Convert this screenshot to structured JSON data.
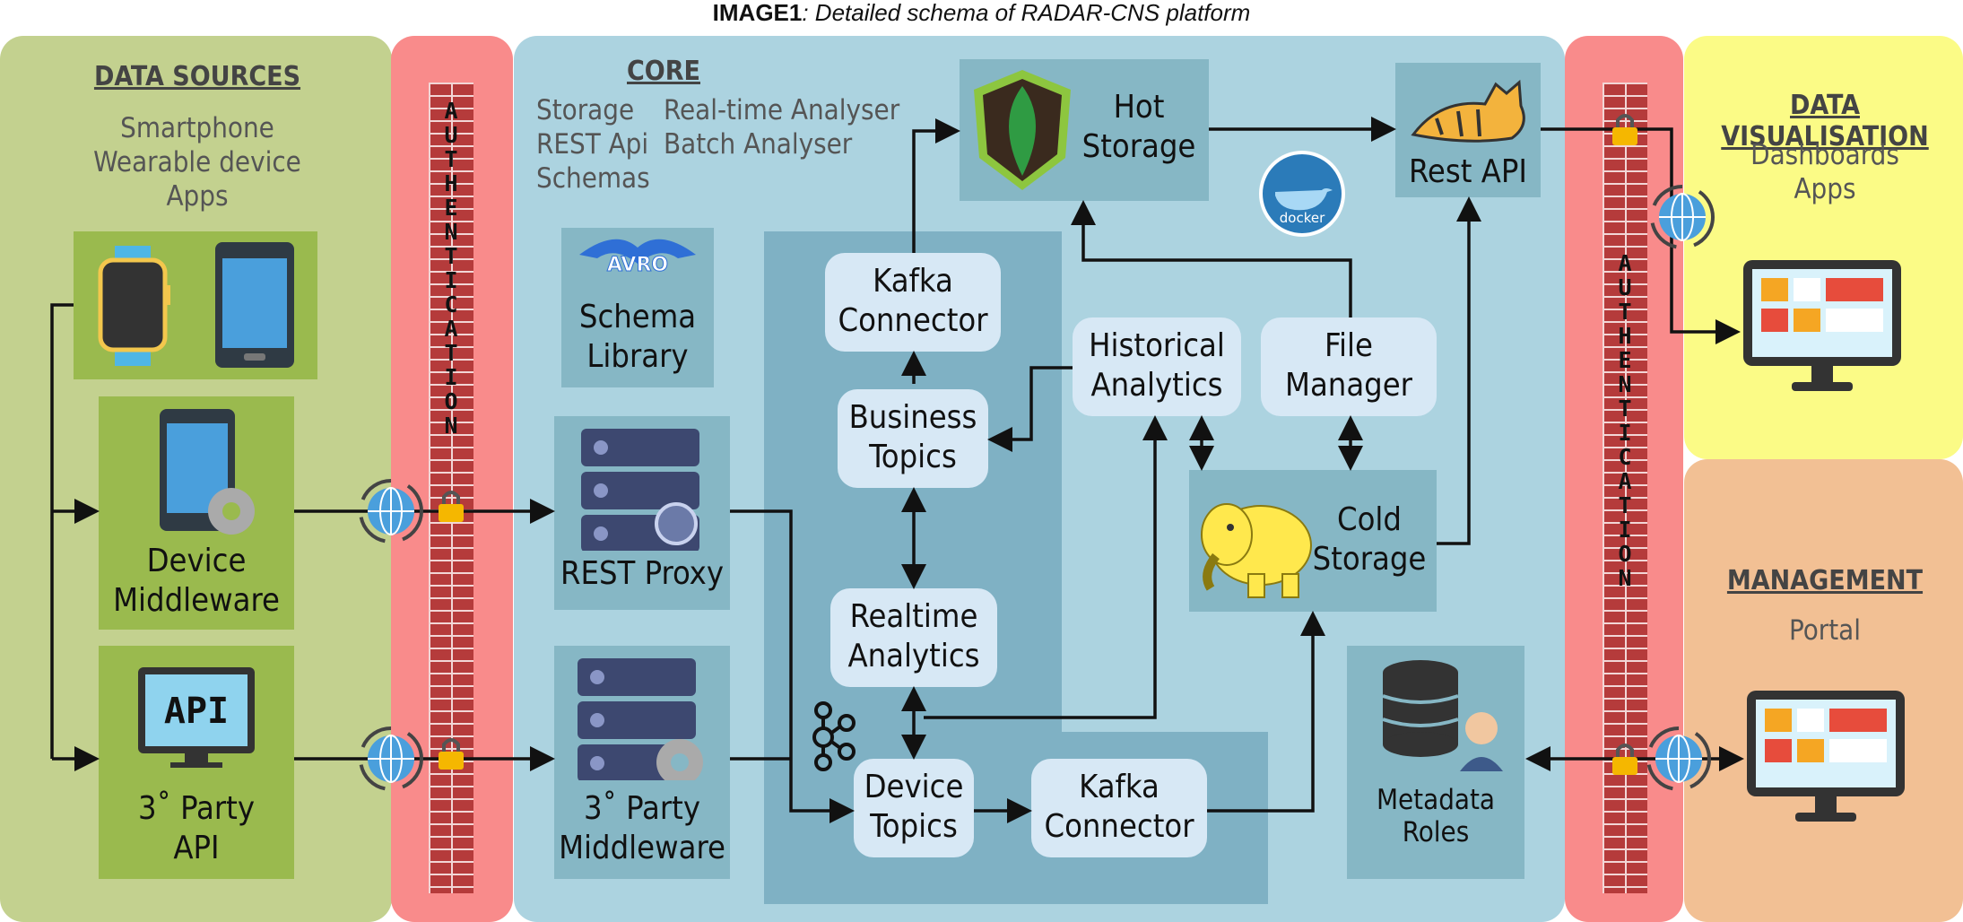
{
  "caption": {
    "bold": "IMAGE1",
    "rest": ": Detailed schema of RADAR-CNS platform"
  },
  "data_sources": {
    "title": "DATA SOURCES",
    "items": [
      "Smartphone",
      "Wearable device",
      "Apps"
    ],
    "device_middleware": [
      "Device",
      "Middleware"
    ],
    "third_party_api": [
      "3˚ Party",
      "API"
    ],
    "api_badge": "API"
  },
  "authentication": {
    "letters": [
      "A",
      "U",
      "T",
      "H",
      "E",
      "N",
      "T",
      "I",
      "C",
      "A",
      "T",
      "I",
      "O",
      "N"
    ]
  },
  "core": {
    "title": "CORE",
    "col1": [
      "Storage",
      "REST Api",
      "Schemas"
    ],
    "col2": [
      "Real-time Analyser",
      "Batch Analyser"
    ],
    "schema_library": [
      "Schema",
      "Library"
    ],
    "avro_text": "AVRO",
    "rest_proxy": "REST Proxy",
    "third_party_middleware": [
      "3˚ Party",
      "Middleware"
    ],
    "kafka_connector_top": [
      "Kafka",
      "Connector"
    ],
    "business_topics": [
      "Business",
      "Topics"
    ],
    "realtime_analytics": [
      "Realtime",
      "Analytics"
    ],
    "device_topics": [
      "Device",
      "Topics"
    ],
    "kafka_connector_bottom": [
      "Kafka",
      "Connector"
    ],
    "hot_storage": [
      "Hot",
      "Storage"
    ],
    "docker_text": "docker",
    "historical_analytics": [
      "Historical",
      "Analytics"
    ],
    "file_manager": [
      "File",
      "Manager"
    ],
    "cold_storage": [
      "Cold",
      "Storage"
    ],
    "rest_api": "Rest API",
    "metadata_roles": [
      "Metadata",
      "Roles"
    ]
  },
  "data_visualisation": {
    "title": "DATA VISUALISATION",
    "items": [
      "Dashboards",
      "Apps"
    ]
  },
  "management": {
    "title": "MANAGEMENT",
    "items": [
      "Portal"
    ]
  },
  "colors": {
    "sources_bg": "#c3d18f",
    "auth_bg": "#f98b8b",
    "core_bg": "#acd3e0",
    "vis_bg": "#fbfb86",
    "mgmt_bg": "#f2c094"
  }
}
